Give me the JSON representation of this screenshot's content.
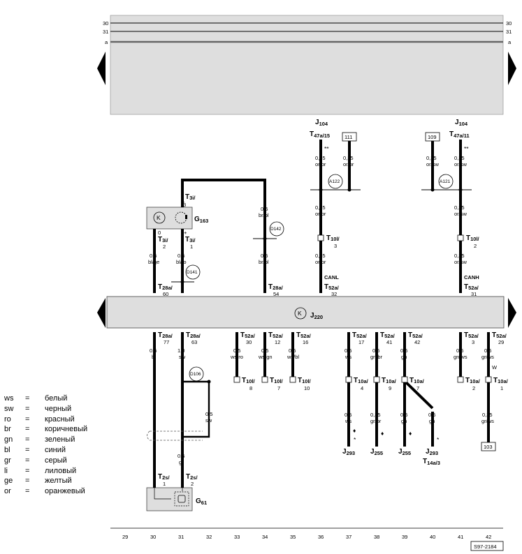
{
  "rails": {
    "r30": "30",
    "r31": "31",
    "ra": "a"
  },
  "top": {
    "j104_left": "J",
    "j104_left_sub": "104",
    "t47_15": "T",
    "t47_15_sub": "47a/15",
    "box111": "111",
    "j104_right": "J",
    "j104_right_sub": "104",
    "t47_11": "T",
    "t47_11_sub": "47a/11",
    "box109": "109",
    "stars": "**"
  },
  "wires": {
    "w_035": "0,35",
    "w_05": "0,5",
    "w_10": "1,0",
    "orbr": "or/br",
    "orsw": "or/sw",
    "brbl": "br/bl",
    "blge": "bl/ge",
    "blro": "bl/ro",
    "bl": "bl",
    "sw": "sw",
    "wsro": "ws/ro",
    "wsgn": "ws/gn",
    "wsbl": "ws/bl",
    "ws": "ws",
    "gnbr": "gn/br",
    "gn": "gn",
    "gnws": "gn/ws",
    "grws": "gr/ws",
    "gr": "gr",
    "grbr": "gr/br"
  },
  "connectors": {
    "t3i3": "T",
    "t3i3_sub": "3i/",
    "t3i3_pin": "3",
    "t3i2": "T",
    "t3i2_sub": "3i/",
    "t3i2_pin": "2",
    "t3i1": "T",
    "t3i1_sub": "3i/",
    "t3i1_pin": "1",
    "t28_60": "T",
    "t28_60_sub": "28a/",
    "t28_60_pin": "60",
    "t28_54": "T",
    "t28_54_sub": "28a/",
    "t28_54_pin": "54",
    "t10l3": "T",
    "t10l3_sub": "10l/",
    "t10l3_pin": "3",
    "t10l2": "T",
    "t10l2_sub": "10l/",
    "t10l2_pin": "2",
    "t52_32": "T",
    "t52_32_sub": "52a/",
    "t52_32_pin": "32",
    "t52_31": "T",
    "t52_31_sub": "52a/",
    "t52_31_pin": "31",
    "canl": "CANL",
    "canh": "CANH",
    "t28_77": "T",
    "t28_77_sub": "28a/",
    "t28_77_pin": "77",
    "t28_63": "T",
    "t28_63_sub": "28a/",
    "t28_63_pin": "63",
    "t52_30": "T",
    "t52_30_sub": "52a/",
    "t52_30_pin": "30",
    "t52_12": "T",
    "t52_12_sub": "52a/",
    "t52_12_pin": "12",
    "t52_16": "T",
    "t52_16_sub": "52a/",
    "t52_16_pin": "16",
    "t52_17": "T",
    "t52_17_sub": "52a/",
    "t52_17_pin": "17",
    "t52_41": "T",
    "t52_41_sub": "52a/",
    "t52_41_pin": "41",
    "t52_42": "T",
    "t52_42_sub": "52a/",
    "t52_42_pin": "42",
    "t52_3": "T",
    "t52_3_sub": "52a/",
    "t52_3_pin": "3",
    "t52_29": "T",
    "t52_29_sub": "52a/",
    "t52_29_pin": "29",
    "t10l8": "T",
    "t10l8_sub": "10l/",
    "t10l8_pin": "8",
    "t10l7": "T",
    "t10l7_sub": "10l/",
    "t10l7_pin": "7",
    "t10l10": "T",
    "t10l10_sub": "10l/",
    "t10l10_pin": "10",
    "t10a4": "T",
    "t10a4_sub": "10a/",
    "t10a4_pin": "4",
    "t10a9": "T",
    "t10a9_sub": "10a/",
    "t10a9_pin": "9",
    "t10a7": "T",
    "t10a7_sub": "10a/",
    "t10a7_pin": "7",
    "t10a2": "T",
    "t10a2_sub": "10a/",
    "t10a2_pin": "2",
    "t10a1": "T",
    "t10a1_sub": "10a/",
    "t10a1_pin": "1",
    "t2s1": "T",
    "t2s1_sub": "2s/",
    "t2s1_pin": "1",
    "t2s2": "T",
    "t2s2_sub": "2s/",
    "t2s2_pin": "2",
    "w_letter": "W",
    "star": "*",
    "diamond": "♦"
  },
  "components": {
    "g163": "G",
    "g163_sub": "163",
    "j220": "J",
    "j220_sub": "220",
    "g61": "G",
    "g61_sub": "61",
    "j293": "J",
    "j293_sub": "293",
    "j255": "J",
    "j255_sub": "255",
    "t14a3": "T",
    "t14a3_sub": "14a/3",
    "box103": "103"
  },
  "points": {
    "a122": "A122",
    "a121": "A121",
    "d142": "D142",
    "d141": "D141",
    "d106": "D106"
  },
  "pin_marks": {
    "p3": "-",
    "p2": "0",
    "p1": "+"
  },
  "legend": [
    {
      "abbr": "ws",
      "eq": "=",
      "name": "белый"
    },
    {
      "abbr": "sw",
      "eq": "=",
      "name": "черный"
    },
    {
      "abbr": "ro",
      "eq": "=",
      "name": "красный"
    },
    {
      "abbr": "br",
      "eq": "=",
      "name": "коричневый"
    },
    {
      "abbr": "gn",
      "eq": "=",
      "name": "зеленый"
    },
    {
      "abbr": "bl",
      "eq": "=",
      "name": "синий"
    },
    {
      "abbr": "gr",
      "eq": "=",
      "name": "серый"
    },
    {
      "abbr": "li",
      "eq": "=",
      "name": "лиловый"
    },
    {
      "abbr": "ge",
      "eq": "=",
      "name": "желтый"
    },
    {
      "abbr": "or",
      "eq": "=",
      "name": "оранжевый"
    }
  ],
  "ruler": [
    "29",
    "30",
    "31",
    "32",
    "33",
    "34",
    "35",
    "36",
    "37",
    "38",
    "39",
    "40",
    "41",
    "42"
  ],
  "code": "S97-2184"
}
